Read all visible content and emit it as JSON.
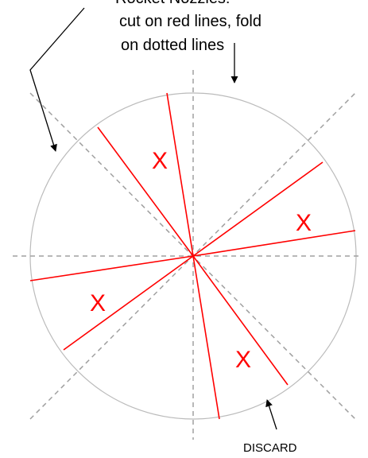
{
  "labels": {
    "title_line1": "Rocket Nozzles:",
    "title_line2": "cut on red lines, fold",
    "title_line3": "on dotted lines",
    "discard": "DISCARD"
  },
  "marks": {
    "x_glyph": "X"
  },
  "colors": {
    "cut_line": "#ff0000",
    "fold_line": "#a0a0a0",
    "circle": "#bbbbbb",
    "arrow": "#000000",
    "text": "#000000"
  }
}
